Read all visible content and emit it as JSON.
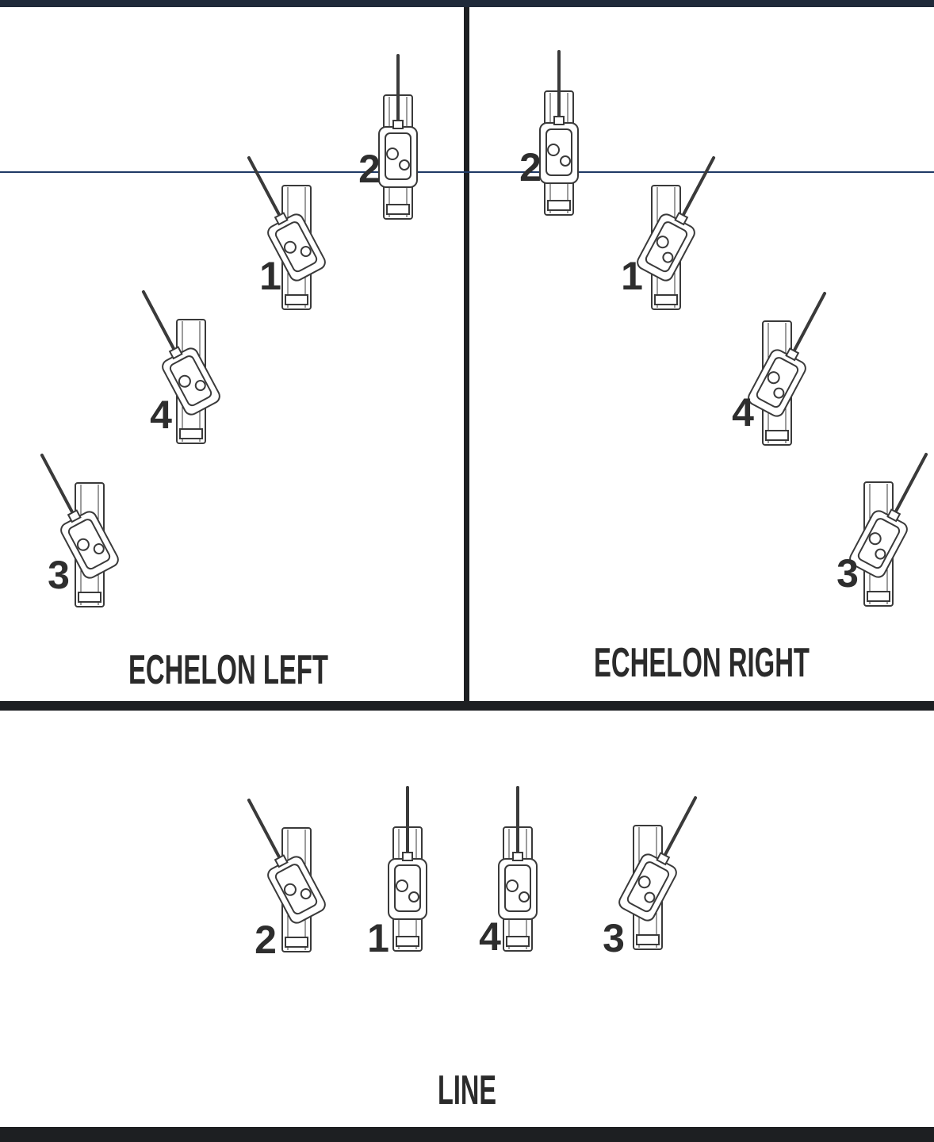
{
  "colors": {
    "frame": "#1d1f22",
    "top_edge": "#1f2a3a",
    "guide_line": "#1f3a66",
    "tank_outline": "#3a3a3a",
    "label": "#2b2b2b"
  },
  "panels": {
    "echelon_left": {
      "caption": "ECHELON LEFT",
      "tanks": [
        {
          "label": "2",
          "turret": "straight"
        },
        {
          "label": "1",
          "turret": "left"
        },
        {
          "label": "4",
          "turret": "left"
        },
        {
          "label": "3",
          "turret": "left"
        }
      ]
    },
    "echelon_right": {
      "caption": "ECHELON RIGHT",
      "tanks": [
        {
          "label": "2",
          "turret": "straight"
        },
        {
          "label": "1",
          "turret": "right"
        },
        {
          "label": "4",
          "turret": "right"
        },
        {
          "label": "3",
          "turret": "right"
        }
      ]
    },
    "line": {
      "caption": "LINE",
      "tanks": [
        {
          "label": "2",
          "turret": "left"
        },
        {
          "label": "1",
          "turret": "straight"
        },
        {
          "label": "4",
          "turret": "straight"
        },
        {
          "label": "3",
          "turret": "right"
        }
      ]
    }
  }
}
